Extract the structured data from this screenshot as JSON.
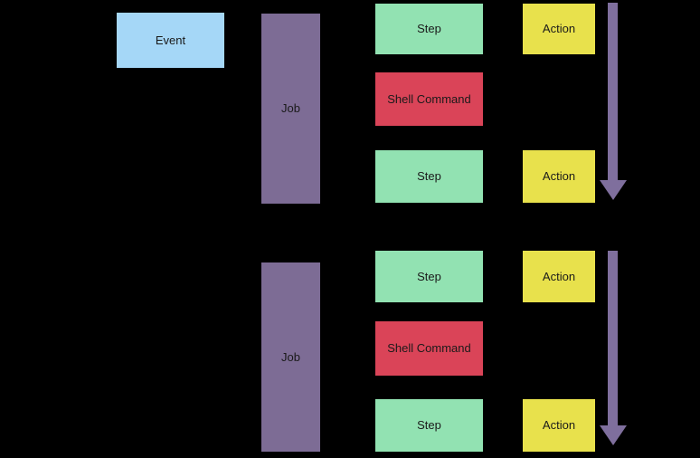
{
  "colors": {
    "background": "#000000",
    "event": "#A5D7F7",
    "job": "#7D6C95",
    "step": "#92E2B2",
    "shell_command": "#DA4458",
    "action": "#E8E14C",
    "arrow": "#7F6F9D",
    "text": "#1A1A1A"
  },
  "workflow_1": {
    "event": "Event",
    "job": "Job",
    "step_1": "Step",
    "shell_command": "Shell Command",
    "step_2": "Step",
    "action_1": "Action",
    "action_2": "Action"
  },
  "workflow_2": {
    "job": "Job",
    "step_1": "Step",
    "shell_command": "Shell Command",
    "step_2": "Step",
    "action_1": "Action",
    "action_2": "Action"
  }
}
